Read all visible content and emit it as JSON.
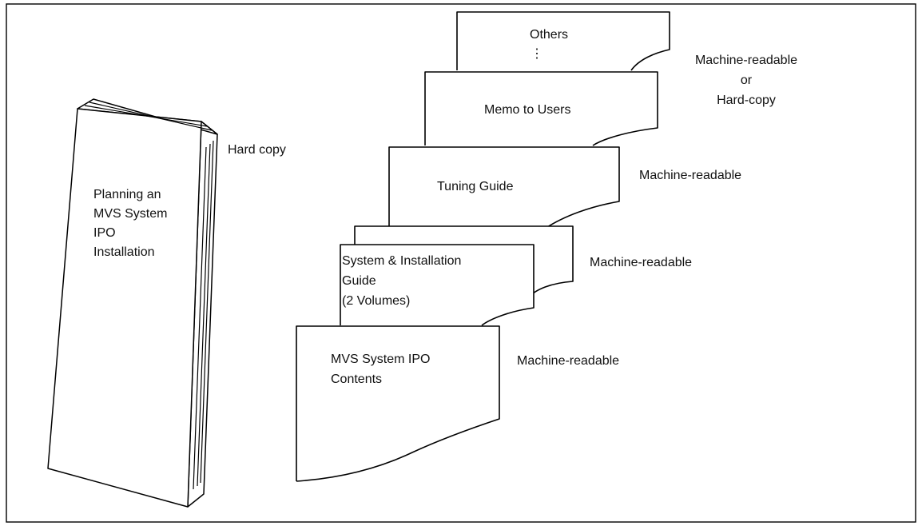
{
  "book": {
    "title_lines": [
      "Planning an",
      "MVS System",
      "IPO",
      "Installation"
    ],
    "media": "Hard copy"
  },
  "documents": [
    {
      "id": "others",
      "lines": [
        "Others",
        "⋮"
      ]
    },
    {
      "id": "memo",
      "lines": [
        "Memo to Users"
      ],
      "media_lines": [
        "Machine-readable",
        "or",
        "Hard-copy"
      ]
    },
    {
      "id": "tuning",
      "lines": [
        "Tuning Guide"
      ],
      "media_lines": [
        "Machine-readable"
      ]
    },
    {
      "id": "sysinst",
      "lines": [
        "System & Installation",
        "Guide",
        "(2 Volumes)"
      ],
      "media_lines": [
        "Machine-readable"
      ]
    },
    {
      "id": "contents",
      "lines": [
        "MVS System IPO",
        "Contents"
      ],
      "media_lines": [
        "Machine-readable"
      ]
    }
  ]
}
